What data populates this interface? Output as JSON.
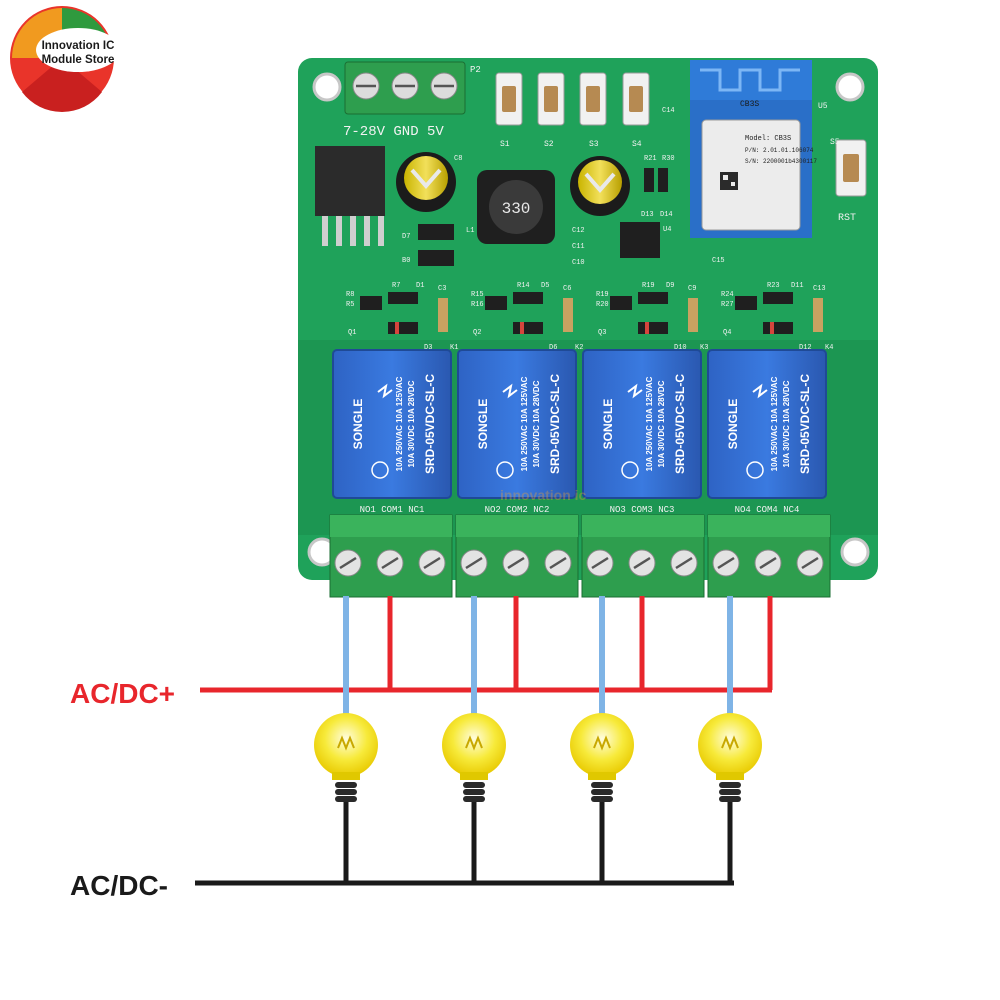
{
  "brand": {
    "line1": "Innovation IC",
    "line2": "Module Store",
    "watermark": "innovation ic"
  },
  "board": {
    "power_label": "7-28V GND 5V",
    "connector_id": "P2",
    "buttons": [
      "S1",
      "S2",
      "S3",
      "S4"
    ],
    "reset_id": "S5",
    "reset_label": "RST",
    "inductor_value": "330",
    "module": {
      "antenna_label": "CB3S",
      "id": "U5",
      "model": "Model: CB3S",
      "pn": "P/N: 2.01.01.106074",
      "sn": "S/N: 2200001b4300117"
    },
    "small_labels": [
      "C8",
      "C14",
      "R21",
      "R30",
      "D13",
      "D14",
      "C12",
      "C11",
      "C10",
      "U4",
      "C15",
      "L1",
      "D7",
      "B0"
    ],
    "relay_row_labels": [
      {
        "q": "Q1",
        "r1": "R7",
        "d": "D1",
        "c": "C3",
        "led": "D3",
        "k": "K1",
        "rs": "R8",
        "rs2": "R5"
      },
      {
        "q": "Q2",
        "r1": "R14",
        "d": "D5",
        "c": "C6",
        "led": "D6",
        "k": "K2",
        "rs": "R15",
        "rs2": "R16"
      },
      {
        "q": "Q3",
        "r1": "R19",
        "d": "D9",
        "c": "C9",
        "led": "D10",
        "k": "K3",
        "rs": "R19",
        "rs2": "R20"
      },
      {
        "q": "Q4",
        "r1": "R23",
        "d": "D11",
        "c": "C13",
        "led": "D12",
        "k": "K4",
        "rs": "R24",
        "rs2": "R27"
      }
    ],
    "relays": [
      {
        "brand": "SONGLE",
        "model": "SRD-05VDC-SL-C",
        "ac": "10A 250VAC  10A 125VAC",
        "dc": "10A 30VDC  10A 28VDC",
        "terminals": "NO1 COM1 NC1"
      },
      {
        "brand": "SONGLE",
        "model": "SRD-05VDC-SL-C",
        "ac": "10A 250VAC  10A 125VAC",
        "dc": "10A 30VDC  10A 28VDC",
        "terminals": "NO2 COM2 NC2"
      },
      {
        "brand": "SONGLE",
        "model": "SRD-05VDC-SL-C",
        "ac": "10A 250VAC  10A 125VAC",
        "dc": "10A 30VDC  10A 28VDC",
        "terminals": "NO3 COM3 NC3"
      },
      {
        "brand": "SONGLE",
        "model": "SRD-05VDC-SL-C",
        "ac": "10A 250VAC  10A 125VAC",
        "dc": "10A 30VDC  10A 28VDC",
        "terminals": "NO4 COM4 NC4"
      }
    ]
  },
  "wiring": {
    "positive_label": "AC/DC+",
    "negative_label": "AC/DC-",
    "positive_color": "#e8262c",
    "negative_color": "#1a1a1a",
    "load_wire_color": "#7fb4e6",
    "bulb_color": "#f4e21a",
    "pcb_color": "#1fa25a",
    "relay_color": "#2f6fd0",
    "terminal_color": "#2e9e4e"
  }
}
